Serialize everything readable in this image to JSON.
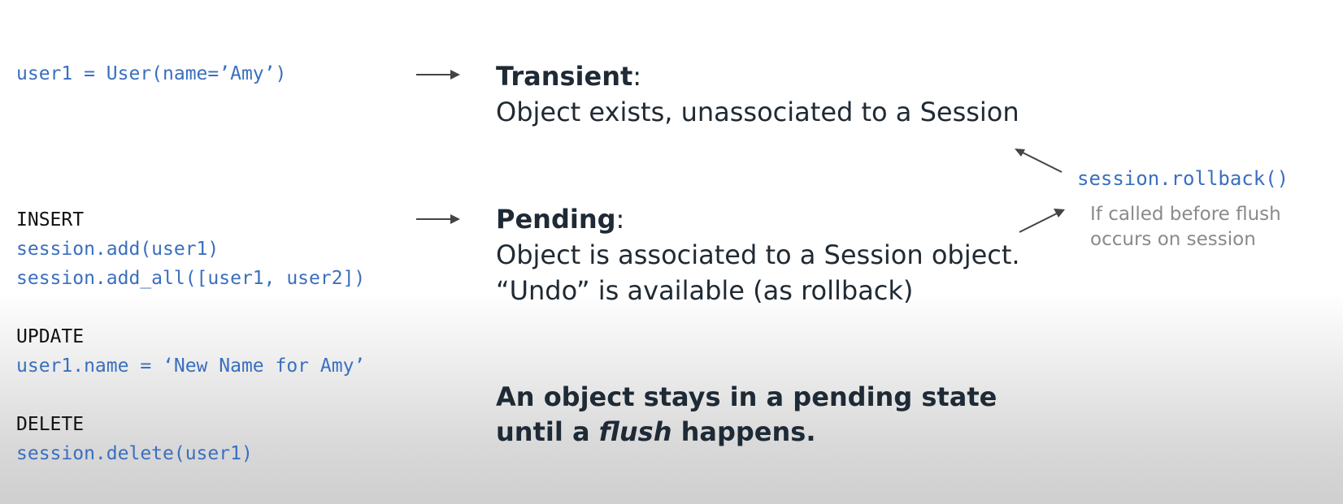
{
  "code": {
    "create_line": "user1 = User(name=’Amy’)",
    "insert_label": "INSERT",
    "insert_lines": [
      "session.add(user1)",
      "session.add_all([user1, user2])"
    ],
    "update_label": "UPDATE",
    "update_line": "user1.name = ‘New Name for Amy’",
    "delete_label": "DELETE",
    "delete_line": "session.delete(user1)"
  },
  "states": {
    "transient": {
      "title": "Transient",
      "colon": ":",
      "lines": [
        "Object exists, unassociated to a Session"
      ]
    },
    "pending": {
      "title": "Pending",
      "colon": ":",
      "lines": [
        "Object is associated to a Session object.",
        "“Undo” is available (as rollback)"
      ]
    }
  },
  "note": {
    "line1": "An object stays in a pending state",
    "line2_prefix": "until a ",
    "line2_emphasis": "flush",
    "line2_suffix": " happens."
  },
  "rollback": {
    "code": "session.rollback()",
    "hint_lines": [
      "If called before flush",
      "occurs on session"
    ]
  },
  "colors": {
    "code_blue": "#3a6fbf",
    "heading": "#1e2a35",
    "hint_gray": "#8a8a8a",
    "arrow": "#444444"
  }
}
